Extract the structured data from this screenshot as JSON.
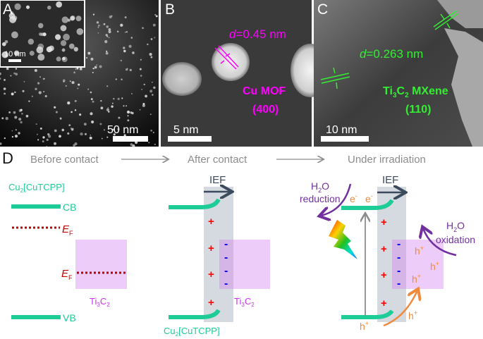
{
  "panels": {
    "a": {
      "letter": "A",
      "scale_bar": "50 nm",
      "inset_scale_bar": "10 nm"
    },
    "b": {
      "letter": "B",
      "d_label_d": "d",
      "d_label_value": "=0.45 nm",
      "material": "Cu MOF",
      "plane": "(400)",
      "scale_bar": "5 nm",
      "color": "#ff00ff"
    },
    "c": {
      "letter": "C",
      "d_label_d": "d",
      "d_label_value": "=0.263 nm",
      "material_a": "Ti",
      "material_sub1": "3",
      "material_b": "C",
      "material_sub2": "2",
      "material_c": " MXene",
      "plane": "(110)",
      "scale_bar": "10 nm",
      "color": "#33ee33"
    },
    "d": {
      "letter": "D",
      "stages": [
        "Before contact",
        "After contact",
        "Under irradiation"
      ],
      "mof_name": {
        "a": "Cu",
        "sub": "2",
        "b": "[CuTCPP]"
      },
      "mxene_name": {
        "a": "Ti",
        "sub1": "3",
        "b": "C",
        "sub2": "2"
      },
      "cb": "CB",
      "vb": "VB",
      "ef": {
        "main": "E",
        "sub": "F"
      },
      "ief": "IEF",
      "plus": "+",
      "minus": "-",
      "electron": {
        "main": "e",
        "sup": "-"
      },
      "hole": {
        "main": "h",
        "sup": "+"
      },
      "h2o": {
        "a": "H",
        "sub": "2",
        "b": "O"
      },
      "reduction": "reduction",
      "oxidation": "oxidation",
      "colors": {
        "band": "#1dcc96",
        "fermi": "#c00000",
        "mxene": "#d57ff0",
        "ief_column": "#d5d9e0",
        "ief_arrow": "#3c4a5e",
        "plus": "#ff0000",
        "minus": "#0000ff",
        "carrier": "#f08a3c",
        "water": "#7030a0",
        "stage_text": "#8c8c8c"
      }
    }
  }
}
